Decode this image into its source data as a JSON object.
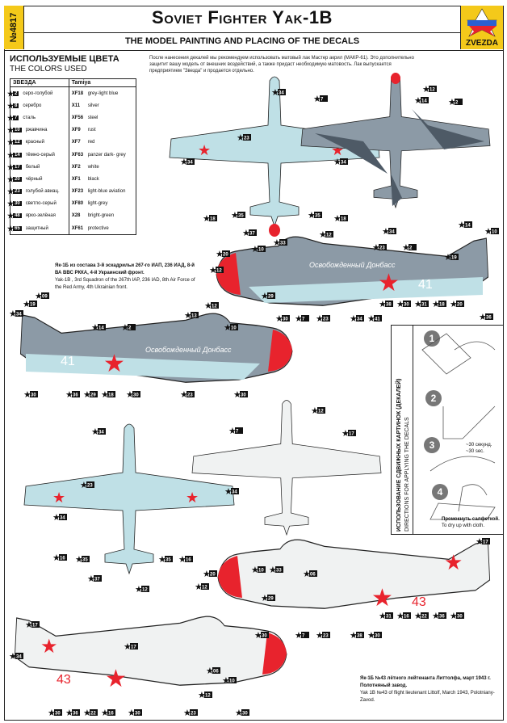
{
  "header": {
    "kit_number": "№4817",
    "title": "Soviet Fighter Yak-1B",
    "subtitle": "THE MODEL PAINTING AND PLACING OF THE DECALS",
    "brand": "ZVEZDA"
  },
  "colors_heading": {
    "ru": "ИСПОЛЬЗУЕМЫЕ ЦВЕТА",
    "en": "THE COLORS USED"
  },
  "note": "После нанесения декалей мы рекомендуем использовать матовый лак Мастер акрил (МАКР-61). Это дополнительно защитит вашу модель от внешних воздействий, а также придаст необходимую матовость. Лак выпускается предприятием \"Звезда\" и продается отдельно.",
  "color_table": {
    "headers": [
      "ЗВЕЗДА",
      "Tamiya"
    ],
    "rows": [
      {
        "num": "2",
        "ru": "серо-голубой",
        "code": "XF18",
        "en": "grey-light blue"
      },
      {
        "num": "8",
        "ru": "серебро",
        "code": "X11",
        "en": "silver"
      },
      {
        "num": "7",
        "ru": "сталь",
        "code": "XF56",
        "en": "steel"
      },
      {
        "num": "10",
        "ru": "ржавчина",
        "code": "XF9",
        "en": "rust"
      },
      {
        "num": "12",
        "ru": "красный",
        "code": "XF7",
        "en": "red"
      },
      {
        "num": "14",
        "ru": "тёмно-серый",
        "code": "XF63",
        "en": "panzer dark- grey"
      },
      {
        "num": "17",
        "ru": "белый",
        "code": "XF2",
        "en": "white"
      },
      {
        "num": "20",
        "ru": "чёрный",
        "code": "XF1",
        "en": "black"
      },
      {
        "num": "23",
        "ru": "голубой авиац.",
        "code": "XF23",
        "en": "light-blue aviation"
      },
      {
        "num": "30",
        "ru": "светло-серый",
        "code": "XF80",
        "en": "light-grey"
      },
      {
        "num": "48",
        "ru": "ярко-зелёная",
        "code": "X28",
        "en": "bright-green"
      },
      {
        "num": "65",
        "ru": "защитный",
        "code": "XF61",
        "en": "protective"
      }
    ]
  },
  "caption1": {
    "ru": "Як-1Б из состава 3-й эскадрильи 267-го ИАП, 236 ИАД, 8-й ВА ВВС РККА, 4-й Украинский фронт.",
    "en": "Yak-1B , 3rd Squadron of the 267th IAP, 236 IAD, 8th Air Force of the Red Army, 4th Ukrainian front."
  },
  "caption2": {
    "ru": "Як-1Б №43 лётного лейтенанта Литтолфа, март 1943 г. Полотняный завод.",
    "en": "Yak 1B №43 of flight lieutenant Littolf, March 1943, Polotniany-Zavod."
  },
  "aircraft_markings": {
    "slogan": "Освобожденный Донбасс",
    "tail_number_1": "41",
    "tail_number_2": "43"
  },
  "directions": {
    "title_ru": "ИСПОЛЬЗОВАНИЕ СДВИЖНЫХ КАРТИНОК (ДЕКАЛЕЙ)",
    "title_en": "DIRECTIONS FOR APPLYING THE DECALS",
    "steps": [
      "1",
      "2",
      "3",
      "4"
    ],
    "time_ru": "~30 секунд.",
    "time_en": "~30 sec.",
    "dry_ru": "Промокнуть салфеткой.",
    "dry_en": "To dry up with cloth."
  },
  "callouts": {
    "plan1": [
      "34",
      "23",
      "34",
      "18",
      "35",
      "35",
      "18",
      "37",
      "12"
    ],
    "camo_top": [
      "12",
      "7",
      "14",
      "2",
      "34",
      "34"
    ],
    "side1": [
      "20",
      "12",
      "10",
      "33",
      "29",
      "30",
      "7",
      "23",
      "23",
      "2",
      "14",
      "19",
      "10",
      "34",
      "41",
      "38",
      "30",
      "31",
      "18",
      "20",
      "36",
      "30",
      "11"
    ],
    "side2": [
      "34",
      "19",
      "09",
      "14",
      "2",
      "13",
      "10",
      "12",
      "30",
      "36",
      "29",
      "18",
      "30",
      "23",
      "30"
    ],
    "plan2": [
      "34",
      "23",
      "34",
      "16",
      "35",
      "35",
      "16",
      "37",
      "12"
    ],
    "white_top": [
      "12",
      "7",
      "17",
      "34"
    ],
    "side3": [
      "20",
      "12",
      "10",
      "33",
      "06",
      "29",
      "30",
      "7",
      "23",
      "38",
      "30",
      "31",
      "16",
      "22",
      "36",
      "30",
      "17"
    ],
    "side4": [
      "34",
      "17",
      "17",
      "06",
      "10",
      "12",
      "30",
      "36",
      "22",
      "16",
      "30",
      "23",
      "30"
    ]
  },
  "colors": {
    "accent": "#f4c91a",
    "red": "#e8232d",
    "light_blue": "#bfe0e6",
    "dark_grey": "#4e5a66",
    "mid_grey": "#8c9aa6",
    "white_plane": "#f0f2f2"
  }
}
